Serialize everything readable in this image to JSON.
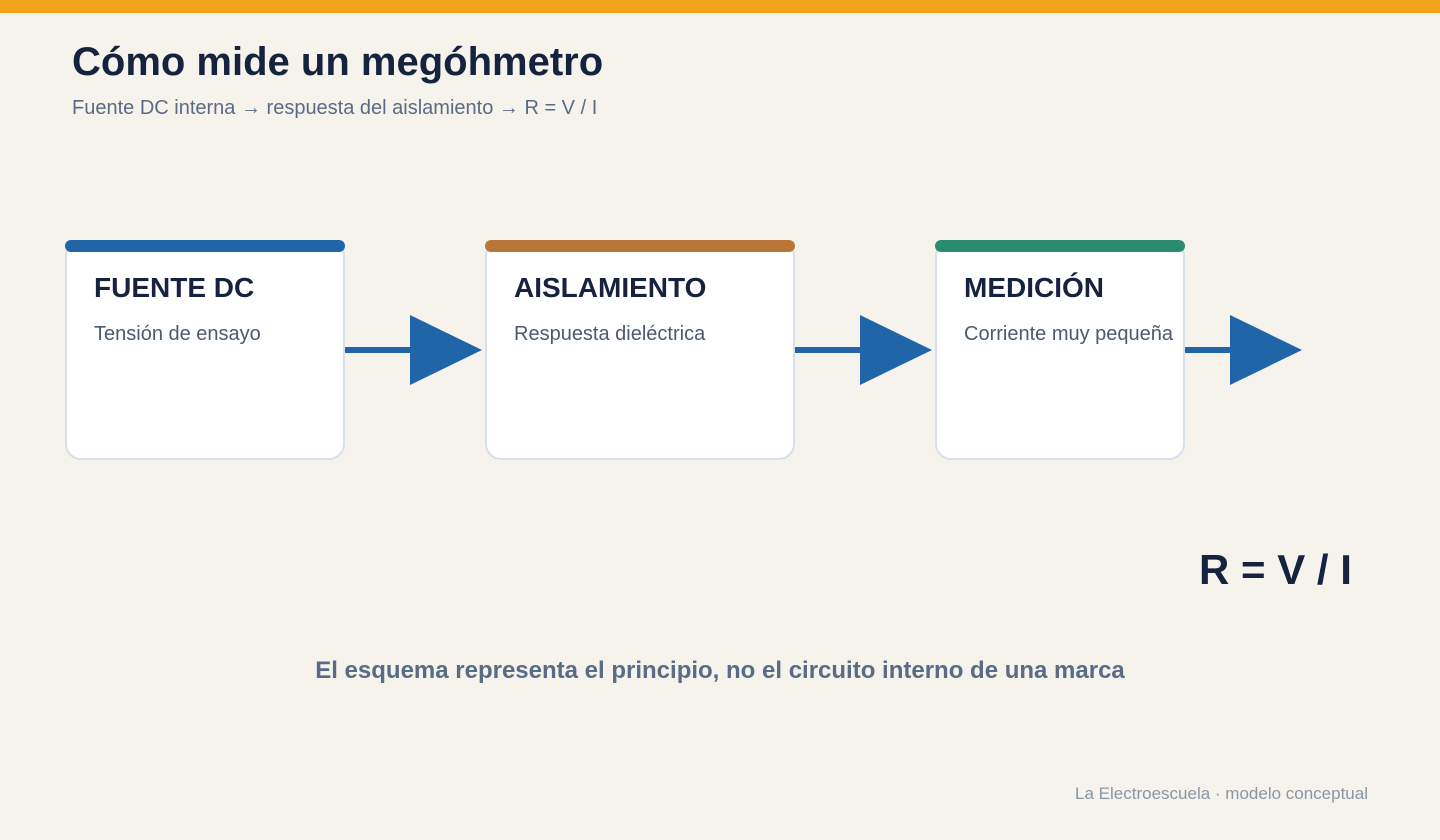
{
  "header": {
    "title": "Cómo mide un megóhmetro",
    "subtitle": "Fuente DC interna → respuesta del aislamiento → R = V / I"
  },
  "stages": [
    {
      "title": "FUENTE DC",
      "description": "Tensión de ensayo",
      "accent_color": "#1f65a8"
    },
    {
      "title": "AISLAMIENTO",
      "description": "Respuesta dieléctrica",
      "accent_color": "#b97636"
    },
    {
      "title": "MEDICIÓN",
      "description": "Corriente muy pequeña",
      "accent_color": "#2a8c6e"
    }
  ],
  "arrow_color": "#1f65a8",
  "formula": "R = V / I",
  "note": "El esquema representa el principio, no el circuito interno de una marca",
  "footer": "La Electroescuela · modelo conceptual",
  "colors": {
    "top_bar": "#f2a31b",
    "background": "#f6f3ed",
    "text_dark": "#15233f",
    "text_muted": "#5a6b85"
  }
}
